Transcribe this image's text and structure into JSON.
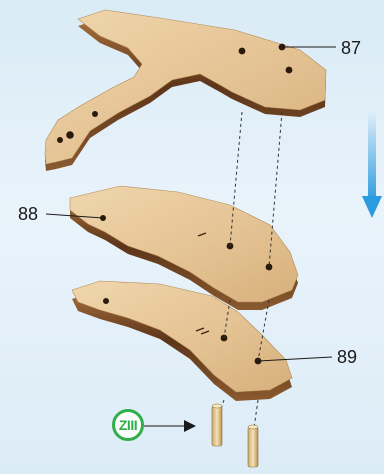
{
  "labels": {
    "part_a": "87",
    "part_b": "88",
    "part_c": "89",
    "pin_badge": "ZIII"
  },
  "colors": {
    "background": "#dcecf7",
    "wood_face": "#e6c79a",
    "wood_edge": "#7a4a24",
    "accent_arrow": "#2b9be0",
    "badge_green": "#2fae4a"
  },
  "icons": {
    "direction_arrow": "down-arrow-icon",
    "pin_badge": "circle-badge-icon"
  }
}
